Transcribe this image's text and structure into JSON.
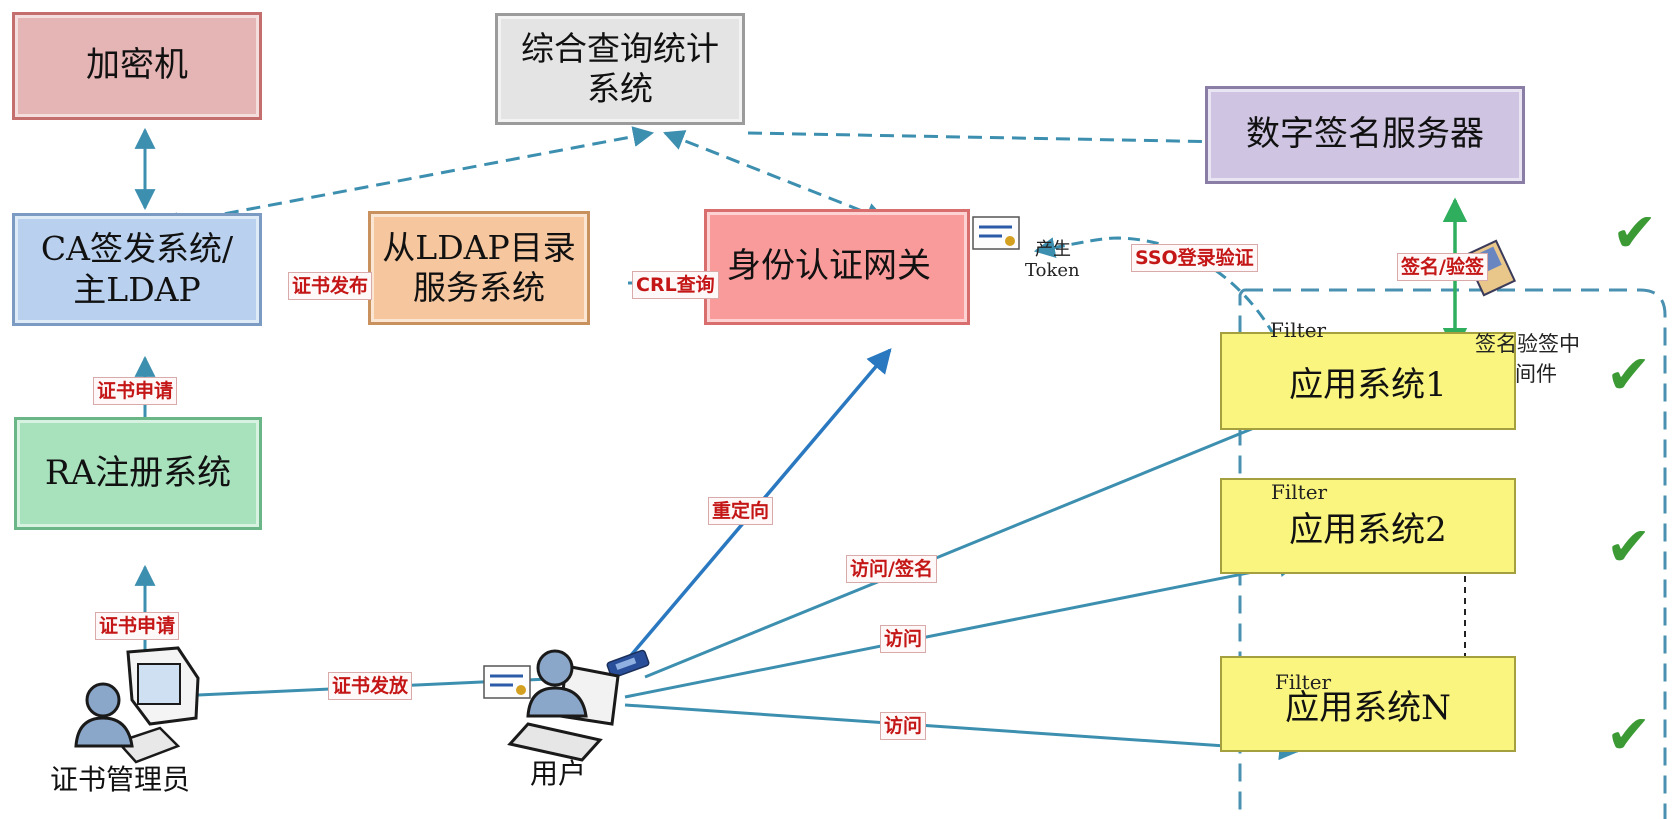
{
  "nodes": {
    "encryptor": "加密机",
    "query_stats": "综合查询统计系统",
    "digital_signature_server": "数字签名服务器",
    "ca_system": "CA签发系统/主LDAP",
    "ldap_directory": "从LDAP目录服务系统",
    "auth_gateway": "身份认证网关",
    "ra_system": "RA注册系统",
    "app1": "应用系统1",
    "app2": "应用系统2",
    "appn": "应用系统N"
  },
  "edge_labels": {
    "cert_publish": "证书发布",
    "crl_query": "CRL查询",
    "cert_apply_1": "证书申请",
    "cert_apply_2": "证书申请",
    "cert_issue": "证书发放",
    "redirect": "重定向",
    "sso_verify": "SSO登录验证",
    "sign_verify": "签名/验签",
    "access_sign": "访问/签名",
    "access_2": "访问",
    "access_n": "访问"
  },
  "notes": {
    "produce_token_1": "产生",
    "produce_token_2": "Token",
    "middleware_1": "签名验签中",
    "middleware_2": "间件",
    "filter_1": "Filter",
    "filter_2": "Filter",
    "filter_n": "Filter"
  },
  "people": {
    "admin": "证书管理员",
    "user": "用户"
  },
  "colors": {
    "arrow": "#3d8fb0",
    "redirect_arrow": "#2a78c0",
    "sign_arrow": "#2fae5e",
    "label_text": "#c41616",
    "check": "#3c9a35",
    "container_dash": "#4a90b0"
  }
}
